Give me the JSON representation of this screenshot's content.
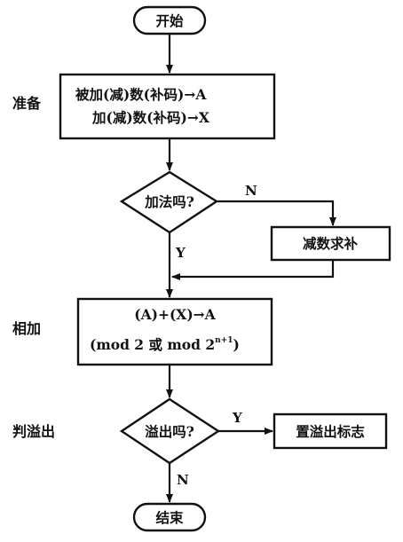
{
  "flowchart": {
    "start": "开始",
    "end": "结束",
    "prepare": {
      "line1": "被加(减)数(补码)→A",
      "line2": "加(减)数(补码)→X"
    },
    "decision_add": "加法吗?",
    "negate": "减数求补",
    "add_box": {
      "line1": "(A)+(X)→A",
      "line2_main": "(mod 2 或 mod 2",
      "line2_sup": "n+1",
      "line2_close": ")"
    },
    "decision_overflow": "溢出吗?",
    "set_flag": "置溢出标志",
    "edge_labels": {
      "add_no": "N",
      "add_yes": "Y",
      "overflow_yes": "Y",
      "overflow_no": "N"
    },
    "phase_labels": {
      "prepare": "准备",
      "add": "相加",
      "overflow": "判溢出"
    }
  }
}
